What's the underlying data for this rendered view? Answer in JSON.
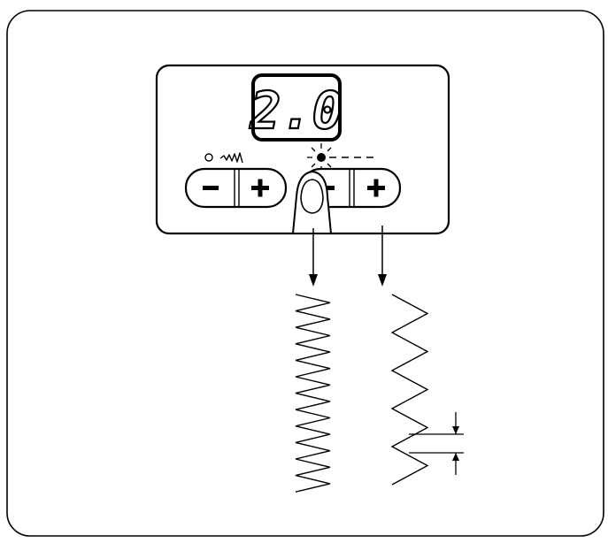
{
  "display": {
    "value": "2.0"
  },
  "controls": {
    "width_group": {
      "icon": "zigzag-width-icon",
      "minus_label": "−",
      "plus_label": "+"
    },
    "length_group": {
      "icon": "stitch-length-icon",
      "indicator": "lit-led-icon",
      "minus_label": "−",
      "plus_label": "+"
    }
  },
  "illustration": {
    "finger": "finger-pressing-icon",
    "result_left": "dense-zigzag-stitch",
    "result_right": "sparse-zigzag-stitch",
    "dimension_marker": "stitch-length-dimension"
  },
  "colors": {
    "ink": "#000000",
    "background": "#ffffff"
  }
}
